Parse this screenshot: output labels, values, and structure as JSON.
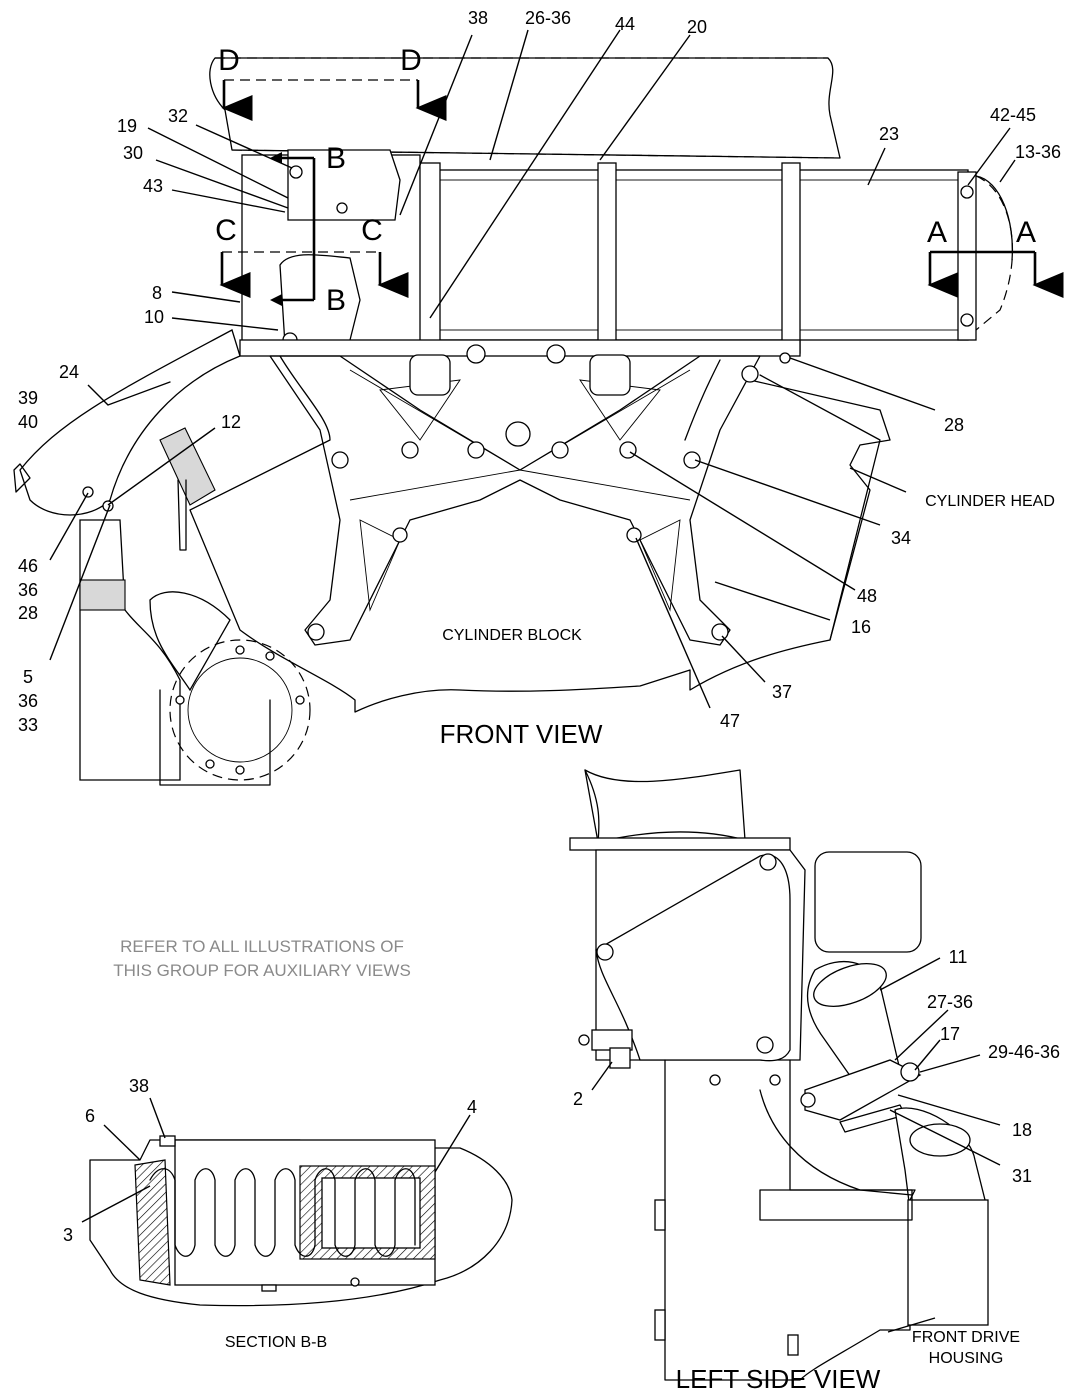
{
  "views": {
    "front": "FRONT VIEW",
    "left_side": "LEFT SIDE VIEW",
    "section": "SECTION B-B"
  },
  "labels": {
    "cylinder_block": "CYLINDER BLOCK",
    "cylinder_head": "CYLINDER HEAD",
    "front_drive_housing_1": "FRONT DRIVE",
    "front_drive_housing_2": "HOUSING"
  },
  "note": {
    "line1": "REFER TO ALL ILLUSTRATIONS OF",
    "line2": "THIS GROUP FOR AUXILIARY VIEWS"
  },
  "section_markers": {
    "a": "A",
    "b": "B",
    "c": "C",
    "d": "D"
  },
  "callouts": {
    "c38": "38",
    "c26_36": "26-36",
    "c44": "44",
    "c20": "20",
    "c23": "23",
    "c42_45": "42-45",
    "c13_36": "13-36",
    "c32": "32",
    "c19": "19",
    "c30": "30",
    "c43": "43",
    "c8": "8",
    "c10": "10",
    "c24": "24",
    "c39": "39",
    "c40": "40",
    "c12": "12",
    "c46": "46",
    "c36a": "36",
    "c28a": "28",
    "c5": "5",
    "c36b": "36",
    "c33": "33",
    "c28b": "28",
    "c34": "34",
    "c48": "48",
    "c16": "16",
    "c37": "37",
    "c47": "47",
    "c11": "11",
    "c27_36": "27-36",
    "c17": "17",
    "c29_46_36": "29-46-36",
    "c18": "18",
    "c31": "31",
    "c2": "2",
    "c38b": "38",
    "c6": "6",
    "c4": "4",
    "c3": "3"
  }
}
